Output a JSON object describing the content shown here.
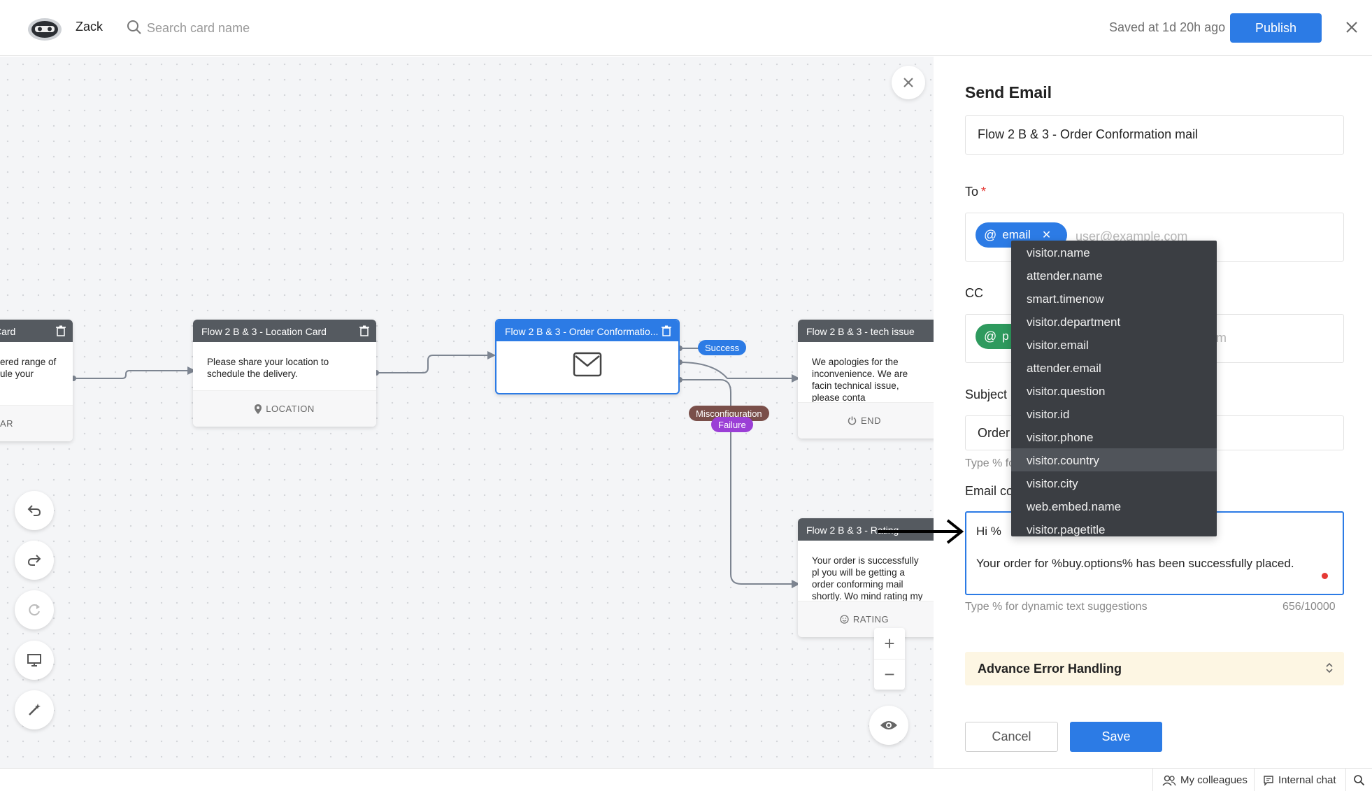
{
  "header": {
    "bot_name": "Zack",
    "search_placeholder": "Search card name",
    "saved_status": "Saved at 1d 20h ago",
    "publish_label": "Publish"
  },
  "canvas": {
    "cards": [
      {
        "title": "Card",
        "body": "ered range of\nule your",
        "footer": "AR"
      },
      {
        "title": "Flow 2 B & 3 - Location Card",
        "body": "Please share your location to schedule the delivery.",
        "footer": "LOCATION"
      },
      {
        "title": "Flow 2 B & 3 - Order Conformatio..."
      },
      {
        "title": "Flow 2 B & 3 - tech issue",
        "body": "We apologies for the inconvenience. We are facin technical issue, please conta [support@zylkerstore.com]",
        "footer": "END"
      },
      {
        "title": "Flow 2 B & 3 - Rating",
        "body": "Your order is successfully pl you will be getting a order conforming mail shortly. Wo mind rating my service ?",
        "footer": "RATING"
      }
    ],
    "labels": {
      "success": "Success",
      "misconfiguration": "Misconfiguration",
      "failure": "Failure"
    },
    "colors": {
      "success": "#2c7be5",
      "misconfiguration": "#7a4f4a",
      "failure": "#9b3fd6"
    }
  },
  "panel": {
    "title": "Send Email",
    "name_value": "Flow 2 B & 3 - Order Conformation mail",
    "to_label": "To",
    "to_chip": "email",
    "to_placeholder": "user@example.com",
    "cc_label": "CC",
    "cc_chip": "p",
    "cc_placeholder_visible": "nple.com",
    "subject_label": "Subject",
    "subject_value": "Order",
    "subject_hint": "Type % fo",
    "content_label": "Email co",
    "content_line1": "Hi %",
    "content_line2": "Your order for %buy.options% has been successfully placed.",
    "content_hint": "Type % for dynamic text suggestions",
    "char_count": "656/10000",
    "advanced_label": "Advance Error Handling",
    "cancel_label": "Cancel",
    "save_label": "Save"
  },
  "suggestions": {
    "items": [
      "visitor.name",
      "attender.name",
      "smart.timenow",
      "visitor.department",
      "visitor.email",
      "attender.email",
      "visitor.question",
      "visitor.id",
      "visitor.phone",
      "visitor.country",
      "visitor.city",
      "web.embed.name",
      "visitor.pagetitle"
    ],
    "highlighted": "visitor.country"
  },
  "bottombar": {
    "colleagues": "My colleagues",
    "internal_chat": "Internal chat"
  }
}
